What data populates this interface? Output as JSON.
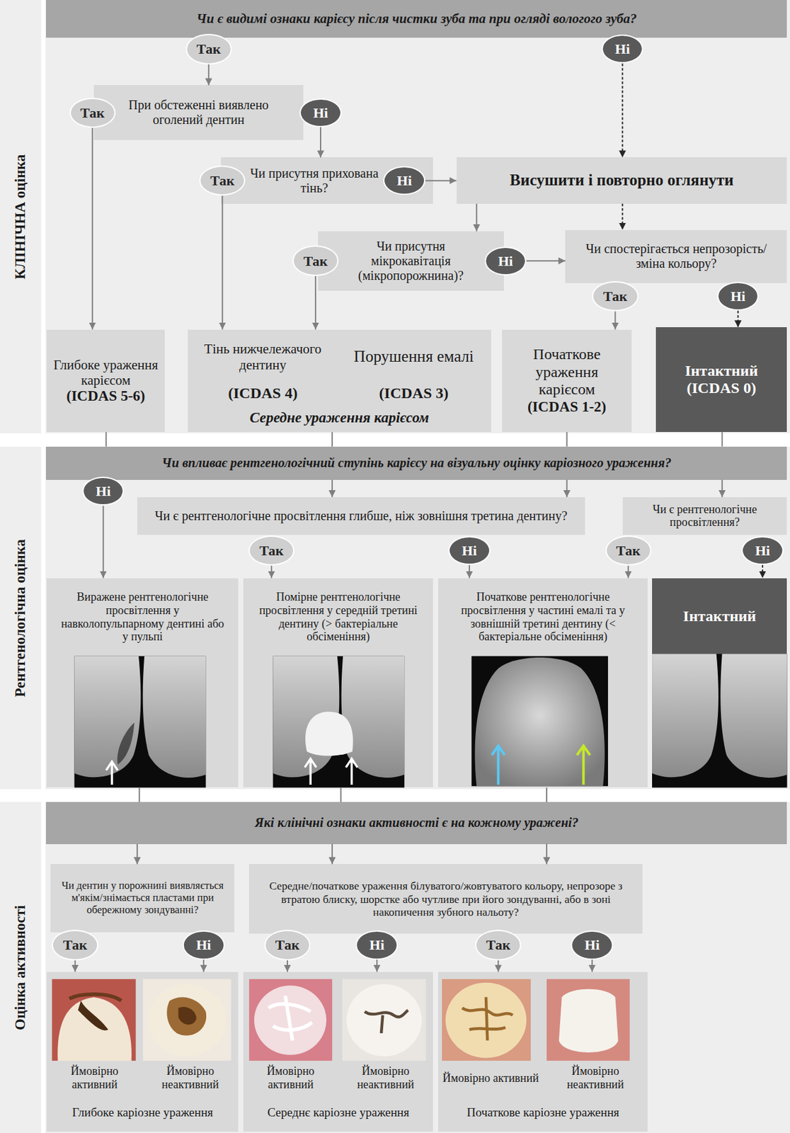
{
  "diagram": {
    "nodes": [
      {
        "text": [
          "КЛІНІЧНА оцінка"
        ]
      },
      {
        "text": [
          "Чи є видимі ознаки карієсу після чистки зуба та при огляді вологого зуба?"
        ],
        "in": 0
      },
      {
        "text": [
          "Так"
        ],
        "in": 0
      },
      {
        "text": [
          "Ні"
        ],
        "in": 0
      },
      {
        "text": [
          "При обстеженні виявлено оголений дентин"
        ],
        "in": 0
      },
      {
        "text": [
          "Так"
        ],
        "in": 0
      },
      {
        "text": [
          "Ні"
        ],
        "in": 0
      },
      {
        "text": [
          "Чи присутня прихована тінь?"
        ],
        "in": 0
      },
      {
        "text": [
          "Так"
        ],
        "in": 0
      },
      {
        "text": [
          "Ні"
        ],
        "in": 0
      },
      {
        "text": [
          "Висушити і повторно оглянути"
        ],
        "in": 0
      },
      {
        "text": [
          "Чи присутня мікрокавітація (мікропорожнина)?"
        ],
        "in": 0
      },
      {
        "text": [
          "Так"
        ],
        "in": 0
      },
      {
        "text": [
          "Ні"
        ],
        "in": 0
      },
      {
        "text": [
          "Чи спостерігається непрозорість/зміна кольору?"
        ],
        "in": 0
      },
      {
        "text": [
          "Так"
        ],
        "in": 0
      },
      {
        "text": [
          "Ні"
        ],
        "in": 0
      },
      {
        "text": [
          "Глибоке ураження карієсом",
          "(ICDAS 5-6)"
        ],
        "in": 0
      },
      {
        "text": [
          "Тінь нижчележачого дентину",
          "(ICDAS 4)",
          "Порушення емалі",
          "(ICDAS 3)",
          "Середне ураження карієсом"
        ],
        "in": 0
      },
      {
        "text": [
          "Початкове ураження карієсом",
          "(ICDAS 1-2)"
        ],
        "in": 0
      },
      {
        "text": [
          "Інтактний",
          "(ICDAS 0)"
        ],
        "in": 0
      },
      {
        "text": [
          "Рентгенологічна оцінка"
        ]
      },
      {
        "text": [
          "Чи впливає рентгенологічний ступінь карієсу на візуальну оцінку каріозного ураження?"
        ],
        "in": 21
      },
      {
        "text": [
          "Ні"
        ],
        "in": 21
      },
      {
        "text": [
          "Чи є рентгенологічне просвітлення глибше, ніж зовнішня третина дентину?"
        ],
        "in": 21
      },
      {
        "text": [
          "Чи є рентгенологічне просвітлення?"
        ],
        "in": 21
      },
      {
        "text": [
          "Так"
        ],
        "in": 21
      },
      {
        "text": [
          "Ні"
        ],
        "in": 21
      },
      {
        "text": [
          "Так"
        ],
        "in": 21
      },
      {
        "text": [
          "Ні"
        ],
        "in": 21
      },
      {
        "text": [
          "Виражене рентгенологічне просвітлення у навколопульпарному дентині або у пульпі"
        ],
        "in": 21
      },
      {
        "text": [
          "Помірне рентгенологічне просвітлення у середній третині дентину (> бактеріальне обсіменіння)"
        ],
        "in": 21
      },
      {
        "text": [
          "Початкове рентгенологічне просвітлення у частині емалі та у зовнішній третині дентину (< бактеріальне обсіменіння)"
        ],
        "in": 21
      },
      {
        "text": [
          "Інтактний"
        ],
        "in": 21
      },
      {
        "text": [
          "Оцінка активності"
        ]
      },
      {
        "text": [
          "Які клінічні ознаки активності є на кожному уражені?"
        ],
        "in": 34
      },
      {
        "text": [
          "Чи дентин у порожнині виявляється м'якім/знімається пластами при обережному зондуванні?"
        ],
        "in": 34
      },
      {
        "text": [
          "Середне/початкове ураження білуватого/жовтуватого кольору, непрозоре з втратою блиску, шорстке або чутливе при його зондуванні, або в зоні накопичення зубного нальоту?"
        ],
        "in": 34
      },
      {
        "text": [
          "Так"
        ],
        "in": 34
      },
      {
        "text": [
          "Ні"
        ],
        "in": 34
      },
      {
        "text": [
          "Так"
        ],
        "in": 34
      },
      {
        "text": [
          "Ні"
        ],
        "in": 34
      },
      {
        "text": [
          "Так"
        ],
        "in": 34
      },
      {
        "text": [
          "Ні"
        ],
        "in": 34
      },
      {
        "text": [
          "Ймовірно активний",
          "Ймовірно неактивний",
          "Глибоке каріозне ураження"
        ],
        "in": 34
      },
      {
        "text": [
          "Ймовірно активний",
          "Ймовірно неактивний",
          "Середнє каріозне ураження"
        ],
        "in": 34
      },
      {
        "text": [
          "Ймовірно активний",
          "Ймовірно неактивний",
          "Початкове каріозне ураження"
        ],
        "in": 34
      }
    ],
    "edges": [
      {
        "from": 2,
        "to": 4,
        "arrow": "to"
      },
      {
        "from": 3,
        "to": 10,
        "arrow": "to"
      },
      {
        "from": 5,
        "to": 17,
        "arrow": "to"
      },
      {
        "from": 6,
        "to": 7,
        "arrow": "to"
      },
      {
        "from": 9,
        "to": 10,
        "arrow": "to"
      },
      {
        "from": 8,
        "to": 18,
        "arrow": "to"
      },
      {
        "from": 10,
        "to": 11,
        "arrow": "to"
      },
      {
        "from": 10,
        "to": 14,
        "arrow": "to"
      },
      {
        "from": 12,
        "to": 18,
        "arrow": "to"
      },
      {
        "from": 13,
        "to": 14,
        "arrow": "to"
      },
      {
        "from": 15,
        "to": 19,
        "arrow": "to"
      },
      {
        "from": 16,
        "to": 20,
        "arrow": "to"
      },
      {
        "from": 17,
        "to": 22,
        "arrow": "none"
      },
      {
        "from": 18,
        "to": 22,
        "arrow": "none"
      },
      {
        "from": 19,
        "to": 22,
        "arrow": "none"
      },
      {
        "from": 20,
        "to": 22,
        "arrow": "none"
      },
      {
        "from": 23,
        "to": 30,
        "arrow": "to"
      },
      {
        "from": 22,
        "to": 24,
        "arrow": "to"
      },
      {
        "from": 22,
        "to": 24,
        "arrow": "to"
      },
      {
        "from": 22,
        "to": 25,
        "arrow": "to"
      },
      {
        "from": 26,
        "to": 31,
        "arrow": "to"
      },
      {
        "from": 27,
        "to": 32,
        "arrow": "to"
      },
      {
        "from": 28,
        "to": 32,
        "arrow": "to"
      },
      {
        "from": 29,
        "to": 33,
        "arrow": "to"
      },
      {
        "from": 30,
        "to": 35,
        "arrow": "none"
      },
      {
        "from": 31,
        "to": 35,
        "arrow": "none"
      },
      {
        "from": 32,
        "to": 35,
        "arrow": "none"
      },
      {
        "from": 35,
        "to": 36,
        "arrow": "to"
      },
      {
        "from": 35,
        "to": 37,
        "arrow": "to"
      },
      {
        "from": 35,
        "to": 37,
        "arrow": "to"
      },
      {
        "from": 38,
        "to": 44,
        "arrow": "to"
      },
      {
        "from": 39,
        "to": 44,
        "arrow": "to"
      },
      {
        "from": 40,
        "to": 45,
        "arrow": "to"
      },
      {
        "from": 41,
        "to": 45,
        "arrow": "to"
      },
      {
        "from": 42,
        "to": 46,
        "arrow": "to"
      },
      {
        "from": 43,
        "to": 46,
        "arrow": "to"
      }
    ]
  }
}
